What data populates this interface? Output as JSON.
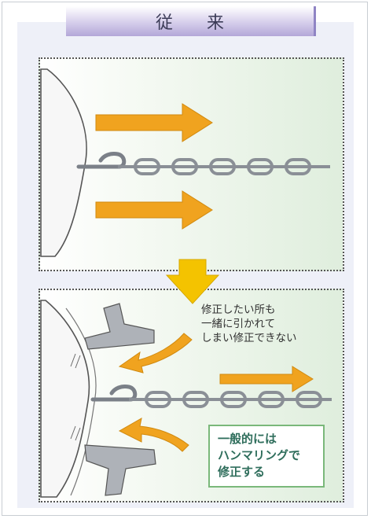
{
  "title": "従 来",
  "caption": "修正したい所も\n一緒に引かれて\nしまい修正できない",
  "note": "一般的には\nハンマリングで\n修正する",
  "colors": {
    "arrow_orange": "#f0a31f",
    "down_arrow": "#f4c300",
    "chain": "#8a8f96",
    "note_border": "#7ab87a",
    "note_text": "#2f6e5c"
  }
}
